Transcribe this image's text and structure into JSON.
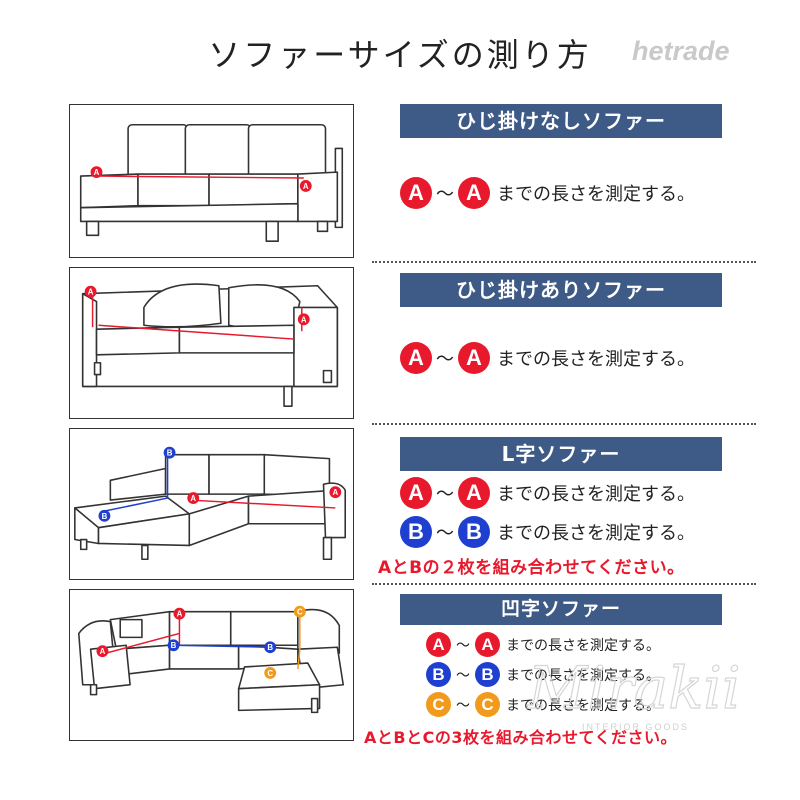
{
  "title": "ソファーサイズの測り方",
  "brand": "hetrade",
  "sections": [
    {
      "banner": "ひじ掛けなしソファー",
      "rows": [
        {
          "from": "A",
          "to": "A",
          "text": "までの長さを測定する。",
          "color": "#e8192c"
        }
      ]
    },
    {
      "banner": "ひじ掛けありソファー",
      "rows": [
        {
          "from": "A",
          "to": "A",
          "text": "までの長さを測定する。",
          "color": "#e8192c"
        }
      ]
    },
    {
      "banner": "L字ソファー",
      "rows": [
        {
          "from": "A",
          "to": "A",
          "text": "までの長さを測定する。",
          "color": "#e8192c"
        },
        {
          "from": "B",
          "to": "B",
          "text": "までの長さを測定する。",
          "color": "#1f3fd0"
        }
      ],
      "note": "AとBの２枚を組み合わせてください。"
    },
    {
      "banner": "凹字ソファー",
      "rows": [
        {
          "from": "A",
          "to": "A",
          "text": "までの長さを測定する。",
          "color": "#e8192c"
        },
        {
          "from": "B",
          "to": "B",
          "text": "までの長さを測定する。",
          "color": "#1f3fd0"
        },
        {
          "from": "C",
          "to": "C",
          "text": "までの長さを測定する。",
          "color": "#f29a1b"
        }
      ],
      "note": "AとBとCの3枚を組み合わせてください。"
    }
  ],
  "tilde": "〜",
  "watermark": {
    "logo": "Mirakii",
    "tagline": "INTERIOR GOODS"
  }
}
